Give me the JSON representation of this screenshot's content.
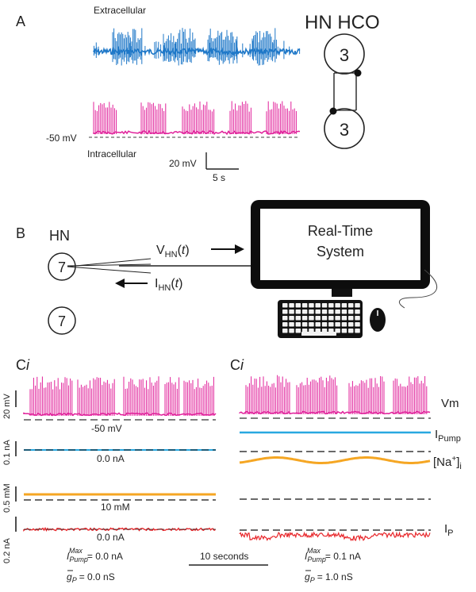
{
  "panel_a": {
    "letter": "A",
    "extracellular": "Extracellular",
    "intracellular": "Intracellular",
    "mv_label": "-50 mV",
    "title": "HN HCO",
    "neuron_top": "3",
    "neuron_bottom": "3",
    "scale_mv": "20 mV",
    "scale_s": "5 s",
    "colors": {
      "extracellular": "#1f78c8",
      "intracellular": "#e0209a"
    }
  },
  "panel_b": {
    "letter": "B",
    "hn": "HN",
    "neuron_top": "7",
    "neuron_bottom": "7",
    "v_main": "V",
    "v_sub": "HN",
    "i_main": "I",
    "i_sub": "HN",
    "t_var": "t",
    "system_line1": "Real-Time",
    "system_line2": "System"
  },
  "panel_c_left": {
    "letter": "C",
    "letter_i": "i",
    "scale_vm": "20 mV",
    "scale_ipump": "0.1 nA",
    "scale_na": "0.5 mM",
    "scale_ip": "0.2 nA",
    "vm_baseline": "-50 mV",
    "ipump_value": "0.0 nA",
    "na_value": "10 mM",
    "ip_value": "0.0 nA",
    "pump_I": "I",
    "pump_sub": "Pump",
    "pump_sup": "Max",
    "pump_value": "= 0.0 nA",
    "gp_g": "g",
    "gp_sub": "P",
    "gp_value": "= 0.0 nS"
  },
  "panel_c_right": {
    "letter": "C",
    "letter_i": "i",
    "vm": "Vm",
    "ipump_main": "I",
    "ipump_sub": "Pump",
    "na_main": "[Na",
    "na_sup": "+",
    "na_close": "]",
    "na_sub": "i",
    "ip_main": "I",
    "ip_sub": "P",
    "pump_I": "I",
    "pump_sub": "Pump",
    "pump_sup": "Max",
    "pump_value": "= 0.1 nA",
    "gp_g": "g",
    "gp_sub": "P",
    "gp_value": "= 1.0 nS"
  },
  "time_scale": "10 seconds",
  "colors": {
    "vm": "#e0209a",
    "ipump": "#29a8e0",
    "na": "#f5a623",
    "ip": "#e8262a",
    "ip_dark": "#222222"
  }
}
